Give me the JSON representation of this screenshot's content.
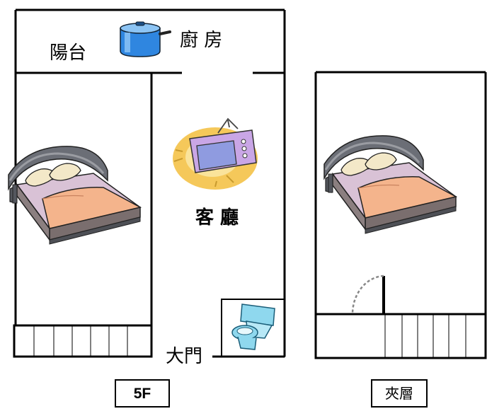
{
  "labels": {
    "balcony": "陽台",
    "kitchen": "廚 房",
    "living_room": "客 廳",
    "main_door": "大門",
    "floor_5f": "5F",
    "mezzanine": "夾層"
  },
  "icons": {
    "pot": "cooking-pot-icon",
    "tv": "television-icon",
    "bed": "bed-icon",
    "toilet": "toilet-icon",
    "stairs": "stairs-icon",
    "door": "door-swing-icon"
  },
  "colors": {
    "wall": "#000000",
    "pot": "#2f86e0",
    "tv_body": "#c9a6e6",
    "tv_glow": "#f5c85a",
    "bed_blanket": "#f4b48c",
    "bed_sheet": "#d9c2d6",
    "bed_frame": "#5c5f66",
    "toilet": "#8fd8ee"
  }
}
